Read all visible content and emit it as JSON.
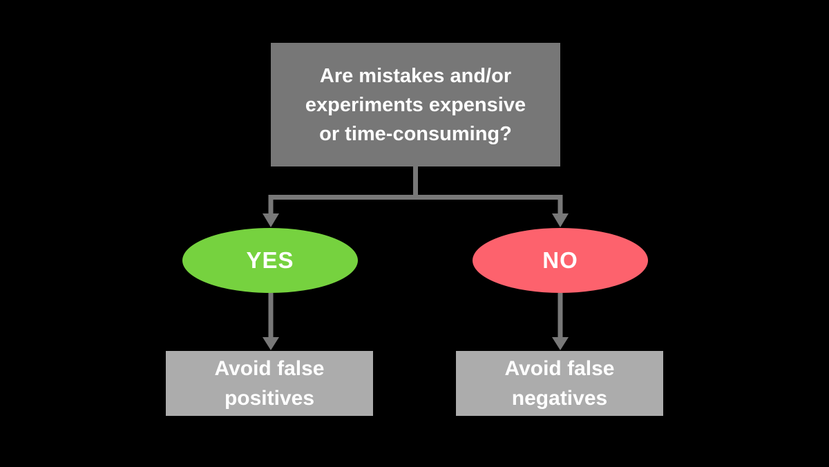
{
  "diagram": {
    "type": "decision-flowchart",
    "question": {
      "text": "Are mistakes and/or experiments expensive or time-consuming?",
      "lines": [
        "Are mistakes and/or",
        "experiments expensive",
        "or time-consuming?"
      ]
    },
    "branches": [
      {
        "label": "YES",
        "outcome_text": "Avoid false positives",
        "outcome_lines": [
          "Avoid false",
          "positives"
        ]
      },
      {
        "label": "NO",
        "outcome_text": "Avoid false negatives",
        "outcome_lines": [
          "Avoid false",
          "negatives"
        ]
      }
    ]
  },
  "colors": {
    "background": "#000000",
    "question_box": "#777777",
    "outcome_box": "#acacac",
    "connector": "#787878",
    "yes_ellipse": "#76d23f",
    "no_ellipse": "#fd626d",
    "text": "#ffffff"
  }
}
